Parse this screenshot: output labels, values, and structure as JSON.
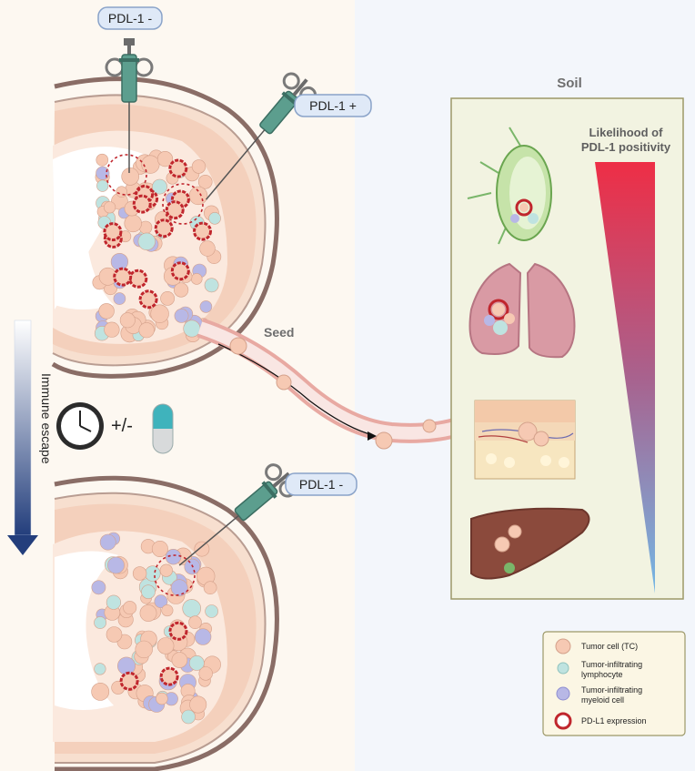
{
  "labels": {
    "pdl1_neg_top": "PDL-1 -",
    "pdl1_pos": "PDL-1 +",
    "pdl1_neg_bottom": "PDL-1 -",
    "seed": "Seed",
    "soil": "Soil",
    "likelihood_line1": "Likelihood of",
    "likelihood_line2": "PDL-1 positivity",
    "immune_escape": "Immune escape",
    "plus_minus": "+/-"
  },
  "legend": {
    "tumor_cell": "Tumor cell (TC)",
    "til_line1": "Tumor-infiltrating",
    "til_line2": "lymphocyte",
    "myeloid_line1": "Tumor-infiltrating",
    "myeloid_line2": "myeloid cell",
    "pdl1": "PD-L1 expression"
  },
  "colors": {
    "left_bg": "#fdf8f1",
    "right_bg": "#f3f6fb",
    "tumor": "#f6c9b3",
    "lymphocyte": "#bfe3e0",
    "myeloid": "#b8b8e6",
    "pdl1_ring": "#c0262d",
    "syringe": "#5c9e8e",
    "soil_panel": "#f2f3e1",
    "gradient_top": "#ee2e46",
    "gradient_bottom": "#74b7e5"
  }
}
